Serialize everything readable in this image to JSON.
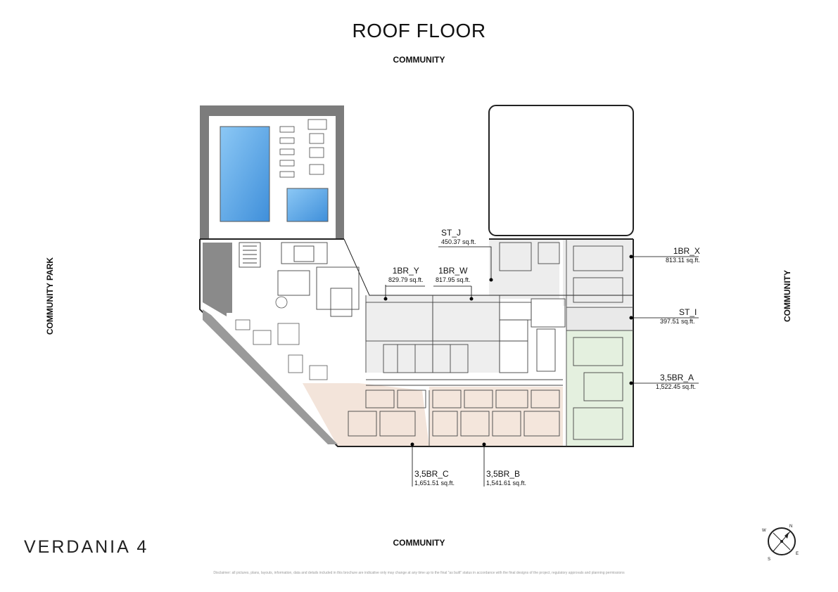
{
  "title": "ROOF FLOOR",
  "orientation": {
    "top": "COMMUNITY",
    "bottom": "COMMUNITY",
    "left": "COMMUNITY PARK",
    "right": "COMMUNITY"
  },
  "brand": "VERDANIA 4",
  "disclaimer": "Disclaimer: all pictures, plans, layouts, information, data and details included in this brochure are indicative only may change at any time up to the final \"as built\" status in accordance with the final designs of the project, regulatory approvals and planning permissions",
  "units": [
    {
      "name": "ST_J",
      "area": "450.37 sq.ft."
    },
    {
      "name": "1BR_Y",
      "area": "829.79 sq.ft."
    },
    {
      "name": "1BR_W",
      "area": "817.95 sq.ft."
    },
    {
      "name": "1BR_X",
      "area": "813.11  sq.ft."
    },
    {
      "name": "ST_I",
      "area": "397.51 sq.ft."
    },
    {
      "name": "3,5BR_A",
      "area": "1,522.45 sq.ft."
    },
    {
      "name": "3,5BR_C",
      "area": "1,651.51 sq.ft."
    },
    {
      "name": "3,5BR_B",
      "area": "1,541.61 sq.ft."
    }
  ],
  "colors": {
    "pool": "#4a9be0",
    "unit_tint_peach": "#f3e4da",
    "unit_tint_green": "#e4f0df",
    "unit_tint_grey": "#ececec",
    "planter": "#7a7a7a"
  },
  "compass": {
    "n": "N",
    "e": "E",
    "s": "S",
    "w": "W"
  }
}
